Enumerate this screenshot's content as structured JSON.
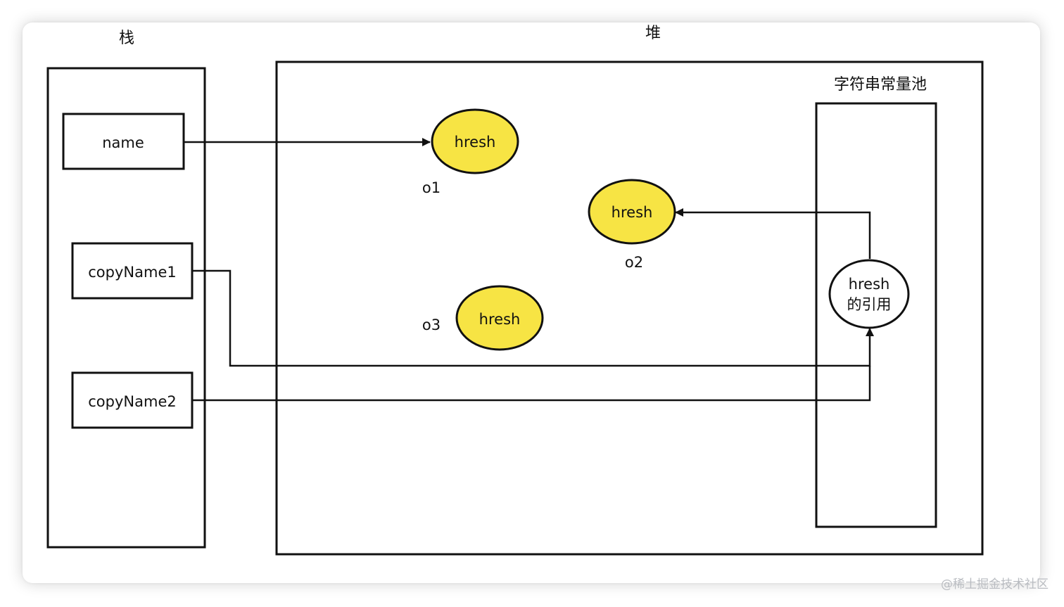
{
  "stack": {
    "title": "栈",
    "vars": [
      {
        "label": "name"
      },
      {
        "label": "copyName1"
      },
      {
        "label": "copyName2"
      }
    ]
  },
  "heap": {
    "title": "堆",
    "objects": [
      {
        "label": "hresh",
        "name": "o1"
      },
      {
        "label": "hresh",
        "name": "o2"
      },
      {
        "label": "hresh",
        "name": "o3"
      }
    ]
  },
  "string_pool": {
    "title": "字符串常量池",
    "ref_line1": "hresh",
    "ref_line2": "的引用"
  },
  "colors": {
    "object_fill": "#f7e444",
    "line": "#111111",
    "watermark": "#b9bcc1"
  },
  "watermark": "@稀土掘金技术社区"
}
